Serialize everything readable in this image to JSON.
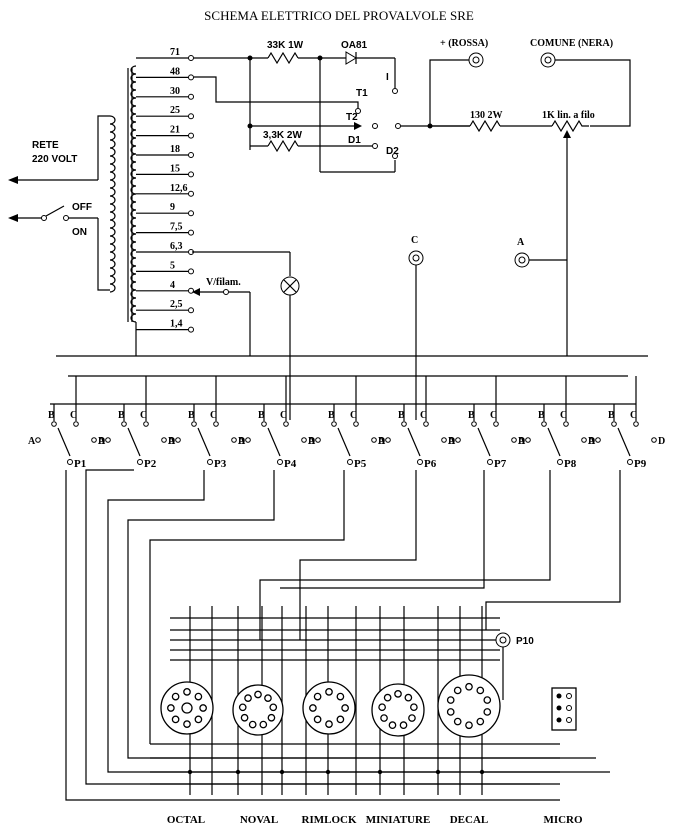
{
  "title": "SCHEMA ELETTRICO DEL PROVALVOLE SRE",
  "rete_label": "RETE",
  "volt_label": "220 VOLT",
  "off_label": "OFF",
  "on_label": "ON",
  "transformer_taps": [
    "71",
    "48",
    "30",
    "25",
    "21",
    "18",
    "15",
    "12,6",
    "9",
    "7,5",
    "6,3",
    "5",
    "4",
    "2,5",
    "1,4"
  ],
  "vfilam_label": "V/filam.",
  "resistor_33k": "33K 1W",
  "diode_oa81": "OA81",
  "label_i": "I",
  "label_t1": "T1",
  "label_t2": "T2",
  "label_d1": "D1",
  "label_d2": "D2",
  "resistor_3k3": "3,3K 2W",
  "plus_label": "+ (ROSSA)",
  "comune_label": "COMUNE  (NERA)",
  "resistor_130": "130  2W",
  "pot_1k": "1K lin. a filo",
  "jack_c": "C",
  "jack_a": "A",
  "switches": [
    "P1",
    "P2",
    "P3",
    "P4",
    "P5",
    "P6",
    "P7",
    "P8",
    "P9"
  ],
  "switch_letters": {
    "a": "A",
    "b": "B",
    "c": "C",
    "d": "D"
  },
  "p10_label": "P10",
  "sockets": [
    "OCTAL",
    "NOVAL",
    "RIMLOCK",
    "MINIATURE",
    "DECAL",
    "MICRO"
  ]
}
